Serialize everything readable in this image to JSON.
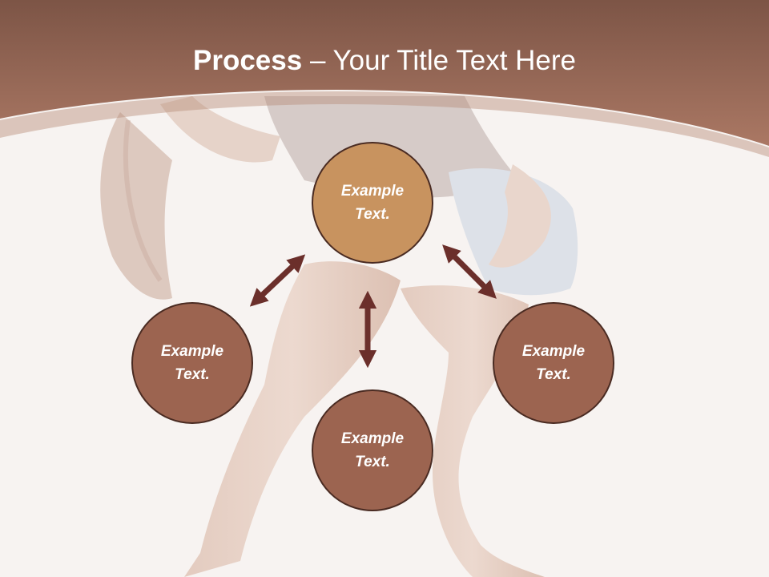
{
  "title": {
    "bold": "Process",
    "rest": " – Your Title Text Here"
  },
  "nodes": {
    "top": "Example Text.",
    "left": "Example Text.",
    "bottom": "Example Text.",
    "right": "Example Text."
  },
  "colors": {
    "header": "#8e5a45",
    "center_circle": "#c8935f",
    "outer_circles": "#9c6450",
    "circle_border": "#4a2b22",
    "arrows": "#6b2f2b"
  }
}
